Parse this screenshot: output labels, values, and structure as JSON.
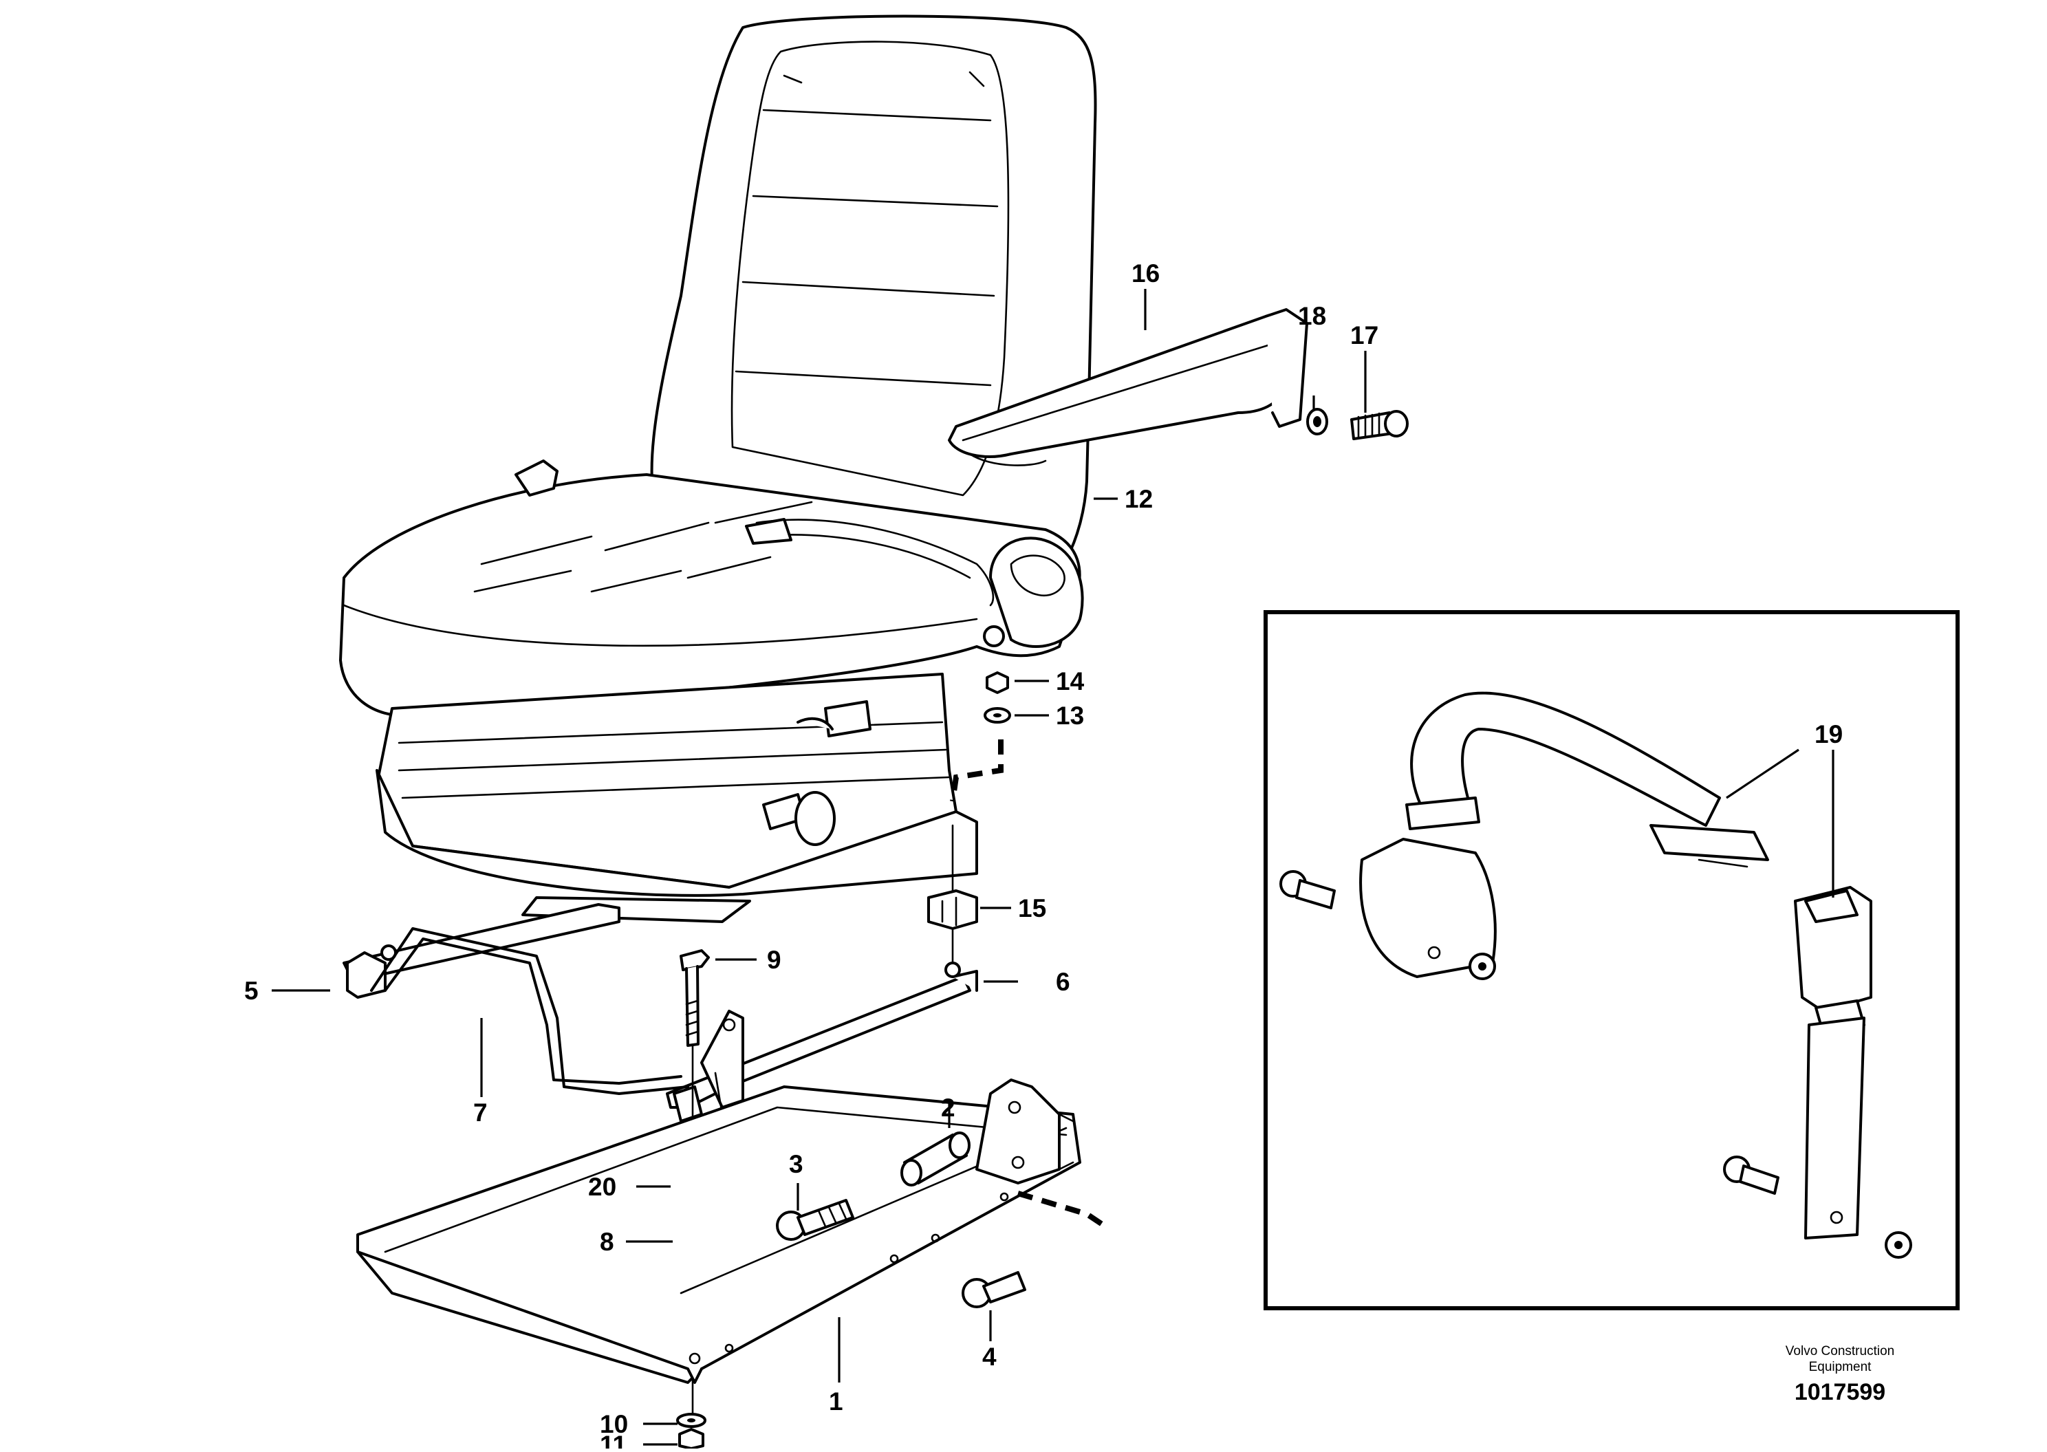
{
  "diagram": {
    "callouts": [
      {
        "id": "c1",
        "text": "1"
      },
      {
        "id": "c2",
        "text": "2"
      },
      {
        "id": "c3",
        "text": "3"
      },
      {
        "id": "c4",
        "text": "4"
      },
      {
        "id": "c5",
        "text": "5"
      },
      {
        "id": "c6",
        "text": "6"
      },
      {
        "id": "c7",
        "text": "7"
      },
      {
        "id": "c8",
        "text": "8"
      },
      {
        "id": "c9",
        "text": "9"
      },
      {
        "id": "c10",
        "text": "10"
      },
      {
        "id": "c11",
        "text": "11"
      },
      {
        "id": "c12",
        "text": "12"
      },
      {
        "id": "c13",
        "text": "13"
      },
      {
        "id": "c14",
        "text": "14"
      },
      {
        "id": "c15",
        "text": "15"
      },
      {
        "id": "c16",
        "text": "16"
      },
      {
        "id": "c17",
        "text": "17"
      },
      {
        "id": "c18",
        "text": "18"
      },
      {
        "id": "c19",
        "text": "19"
      },
      {
        "id": "c20",
        "text": "20"
      }
    ],
    "publisher_line1": "Volvo Construction",
    "publisher_line2": "Equipment",
    "reference_number": "1017599"
  }
}
